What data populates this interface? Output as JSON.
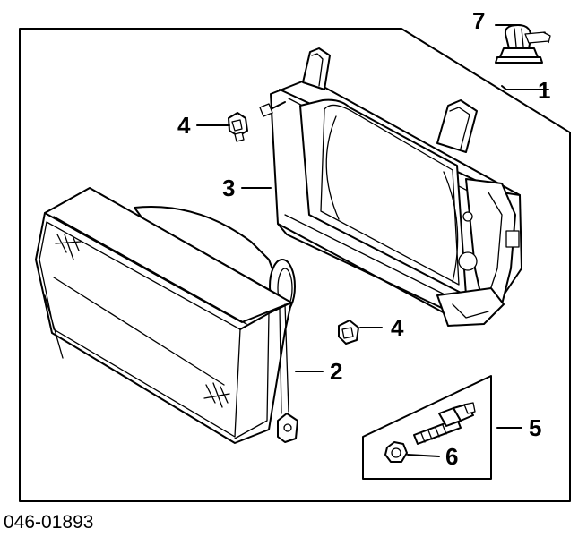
{
  "diagram": {
    "part_number": "046-01893",
    "callouts": [
      {
        "id": "callout-1",
        "label": "1"
      },
      {
        "id": "callout-2",
        "label": "2"
      },
      {
        "id": "callout-3",
        "label": "3"
      },
      {
        "id": "callout-4-top",
        "label": "4"
      },
      {
        "id": "callout-4-mid",
        "label": "4"
      },
      {
        "id": "callout-5",
        "label": "5"
      },
      {
        "id": "callout-6",
        "label": "6"
      },
      {
        "id": "callout-7",
        "label": "7"
      }
    ],
    "colors": {
      "line": "#000000",
      "background": "#ffffff"
    }
  }
}
